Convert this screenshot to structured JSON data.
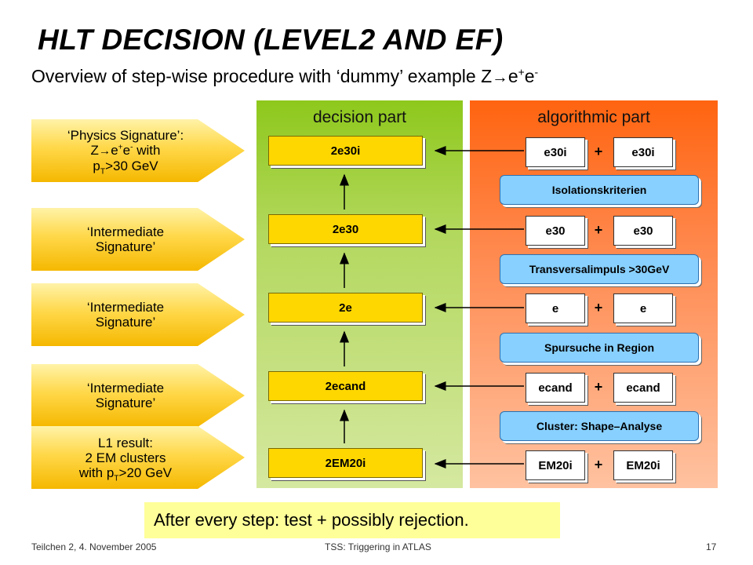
{
  "title": "HLT DECISION (LEVEL2 AND EF)",
  "subtitle": {
    "prefix": "Overview of step-wise procedure with ‘dummy’ example Z",
    "arrow": "→",
    "e1": "e",
    "plus": "+",
    "e2": "e",
    "minus": "-"
  },
  "signatures": [
    {
      "line1": "‘Physics Signature’:",
      "z": "Z",
      "arrow": "→",
      "e1": "e",
      "plus": "+",
      "e2": "e",
      "minus": "-",
      "with": " with",
      "pt_p": "p",
      "pt_sub": "T",
      "cut": ">30 GeV"
    },
    {
      "line1": "‘Intermediate",
      "line2": "Signature’"
    },
    {
      "line1": "‘Intermediate",
      "line2": "Signature’"
    },
    {
      "line1": "‘Intermediate",
      "line2": "Signature’"
    },
    {
      "line1": "L1 result:",
      "line2": "2 EM clusters",
      "pre3": "with p",
      "pt_sub": "T",
      "cut": ">20 GeV"
    }
  ],
  "decision_part": {
    "title": "decision part",
    "steps": [
      "2e30i",
      "2e30",
      "2e",
      "2ecand",
      "2EM20i"
    ]
  },
  "algorithmic_part": {
    "title": "algorithmic part",
    "pairs": [
      {
        "left": "e30i",
        "right": "e30i"
      },
      {
        "left": "e30",
        "right": "e30"
      },
      {
        "left": "e",
        "right": "e"
      },
      {
        "left": "ecand",
        "right": "ecand"
      },
      {
        "left": "EM20i",
        "right": "EM20i"
      }
    ],
    "plus_sign": "+",
    "algorithms": [
      "Isolationskriterien",
      "Transversalimpuls >30GeV",
      "Spursuche in Region",
      "Cluster: Shape–Analyse"
    ]
  },
  "note": "After every step: test + possibly rejection.",
  "footer": {
    "left": "Teilchen 2, 4. November 2005",
    "center": "TSS: Triggering in ATLAS",
    "page": "17"
  },
  "colors": {
    "decision_green": "#8ec81c",
    "algo_orange": "#ff6410",
    "step_yellow": "#ffd700",
    "algo_blue": "#88d0ff",
    "note_yellow": "#ffff99"
  }
}
